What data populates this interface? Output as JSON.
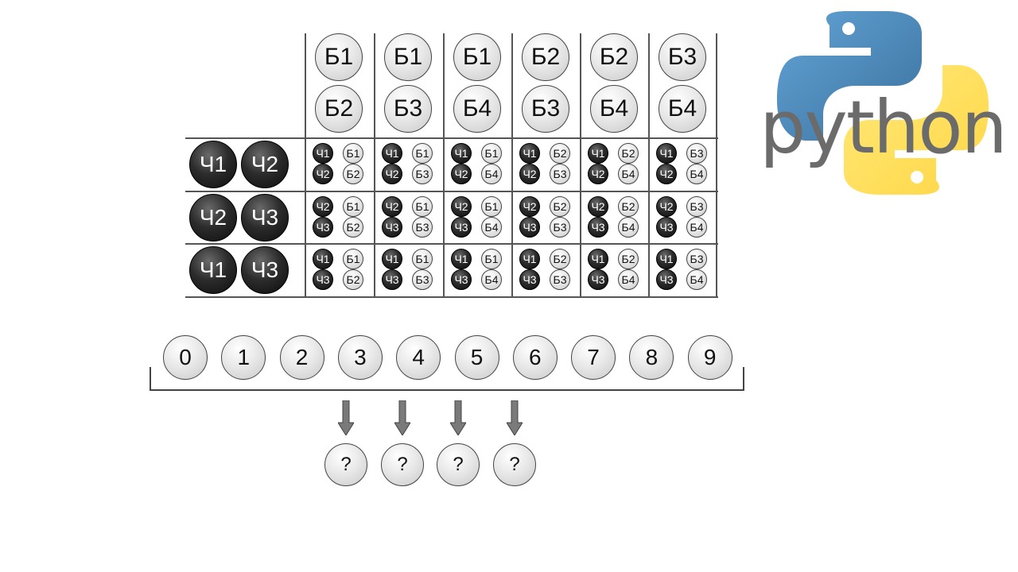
{
  "header_pairs": [
    [
      "Б1",
      "Б2"
    ],
    [
      "Б1",
      "Б3"
    ],
    [
      "Б1",
      "Б4"
    ],
    [
      "Б2",
      "Б3"
    ],
    [
      "Б2",
      "Б4"
    ],
    [
      "Б3",
      "Б4"
    ]
  ],
  "row_pairs": [
    [
      "Ч1",
      "Ч2"
    ],
    [
      "Ч2",
      "Ч3"
    ],
    [
      "Ч1",
      "Ч3"
    ]
  ],
  "digits": [
    "0",
    "1",
    "2",
    "3",
    "4",
    "5",
    "6",
    "7",
    "8",
    "9"
  ],
  "unknowns": [
    "?",
    "?",
    "?",
    "?"
  ],
  "logo": {
    "word": "python"
  },
  "colors": {
    "black_ball": "#1a1a1a",
    "white_ball": "#e4e4e4",
    "python_blue": "#3b77a8",
    "python_yellow": "#f5cf3d"
  }
}
